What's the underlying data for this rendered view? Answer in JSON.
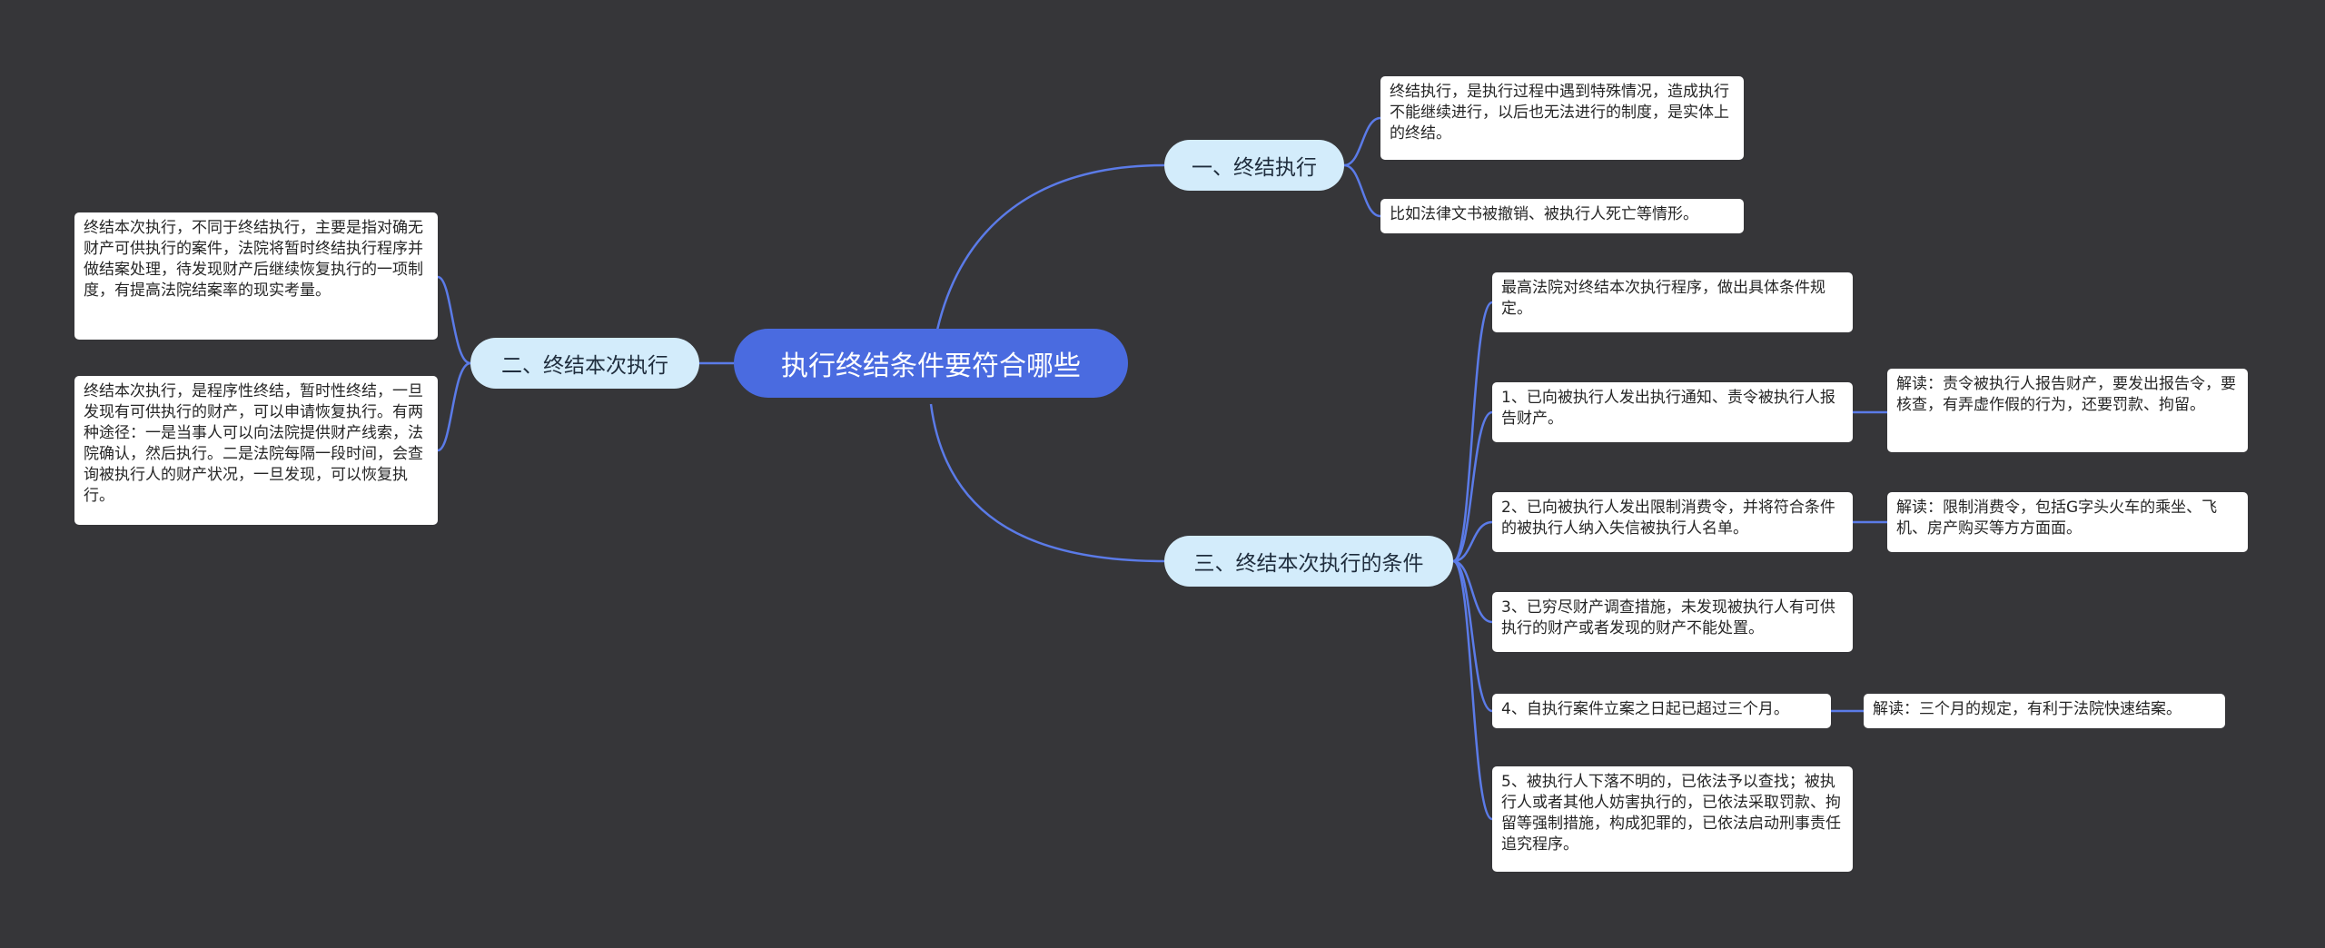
{
  "root": {
    "label": "执行终结条件要符合哪些"
  },
  "branches": {
    "b1": {
      "label": "一、终结执行"
    },
    "b2": {
      "label": "二、终结本次执行"
    },
    "b3": {
      "label": "三、终结本次执行的条件"
    }
  },
  "leaves": {
    "b1_1": "终结执行，是执行过程中遇到特殊情况，造成执行不能继续进行，以后也无法进行的制度，是实体上的终结。",
    "b1_2": "比如法律文书被撤销、被执行人死亡等情形。",
    "b2_1": "终结本次执行，不同于终结执行，主要是指对确无财产可供执行的案件，法院将暂时终结执行程序并做结案处理，待发现财产后继续恢复执行的一项制度，有提高法院结案率的现实考量。",
    "b2_2": "终结本次执行，是程序性终结，暂时性终结，一旦发现有可供执行的财产，可以申请恢复执行。有两种途径：一是当事人可以向法院提供财产线索，法院确认，然后执行。二是法院每隔一段时间，会查询被执行人的财产状况，一旦发现，可以恢复执行。",
    "b3_0": "最高法院对终结本次执行程序，做出具体条件规定。",
    "b3_1": "1、已向被执行人发出执行通知、责令被执行人报告财产。",
    "b3_1_note": "解读：责令被执行人报告财产，要发出报告令，要核查，有弄虚作假的行为，还要罚款、拘留。",
    "b3_2": "2、已向被执行人发出限制消费令，并将符合条件的被执行人纳入失信被执行人名单。",
    "b3_2_note": "解读：限制消费令，包括G字头火车的乘坐、飞机、房产购买等方方面面。",
    "b3_3": "3、已穷尽财产调查措施，未发现被执行人有可供执行的财产或者发现的财产不能处置。",
    "b3_4": "4、自执行案件立案之日起已超过三个月。",
    "b3_4_note": "解读：三个月的规定，有利于法院快速结案。",
    "b3_5": "5、被执行人下落不明的，已依法予以查找；被执行人或者其他人妨害执行的，已依法采取罚款、拘留等强制措施，构成犯罪的，已依法启动刑事责任追究程序。"
  },
  "colors": {
    "background": "#363639",
    "root_fill": "#4a6be0",
    "branch_fill": "#d3ecfb",
    "leaf_fill": "#ffffff",
    "connector": "#5b7be8"
  }
}
